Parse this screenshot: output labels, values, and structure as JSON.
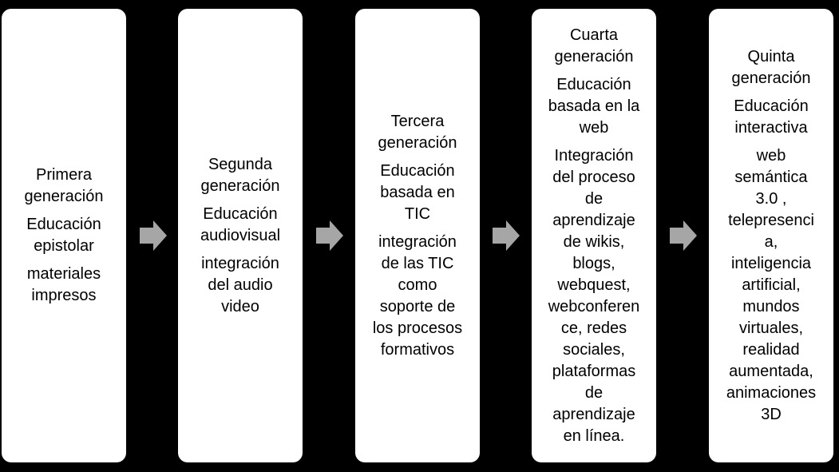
{
  "colors": {
    "background": "#000000",
    "box": "#ffffff",
    "text": "#000000",
    "arrow": "#a6a6a6"
  },
  "arrow_icon": "right-arrow-icon",
  "boxes": [
    {
      "paragraphs": [
        "Primera\ngeneración",
        "Educación\nepistolar",
        "materiales\nimpresos"
      ]
    },
    {
      "paragraphs": [
        "Segunda\ngeneración",
        "Educación\naudiovisual",
        "integración\ndel audio\nvideo"
      ]
    },
    {
      "paragraphs": [
        "Tercera\ngeneración",
        "Educación\nbasada en\nTIC",
        "integración\nde las TIC\ncomo\nsoporte de\nlos procesos\nformativos"
      ]
    },
    {
      "paragraphs": [
        "Cuarta\ngeneración",
        "Educación\nbasada en la\nweb",
        "Integración\ndel proceso\nde\naprendizaje\nde wikis,\nblogs,\nwebquest,\nwebconferen\nce, redes\nsociales,\nplataformas\nde\naprendizaje\nen línea."
      ]
    },
    {
      "paragraphs": [
        "Quinta\ngeneración",
        "Educación\ninteractiva",
        "web\nsemántica\n3.0 ,\ntelepresenci\na,\ninteligencia\nartificial,\nmundos\nvirtuales,\nrealidad\naumentada,\nanimaciones\n3D"
      ]
    }
  ]
}
